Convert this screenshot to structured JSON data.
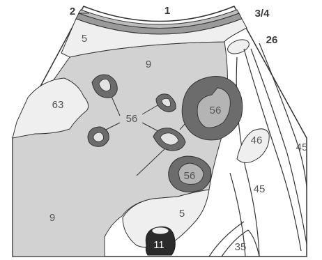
{
  "labels": {
    "l1": "1",
    "l2": "2",
    "l34": "3/4",
    "l26": "26",
    "l5_top": "5",
    "l9_top": "9",
    "l63": "63",
    "l56_center": "56",
    "l56_large": "56",
    "l56_lower": "56",
    "l46": "46",
    "l45_right": "45",
    "l45_mid": "45",
    "l9_bottom": "9",
    "l5_bottom": "5",
    "l11": "11",
    "l35": "35"
  },
  "colors": {
    "background": "#ffffff",
    "liver": "#d2d2d2",
    "light_structure": "#efefef",
    "metastasis_ring": "#6c6c6c",
    "metastasis_core": "#e4e4e4",
    "large_lesion_core": "#b4b4b4",
    "dark_structure": "#2b2b2b",
    "outline": "#333333"
  }
}
